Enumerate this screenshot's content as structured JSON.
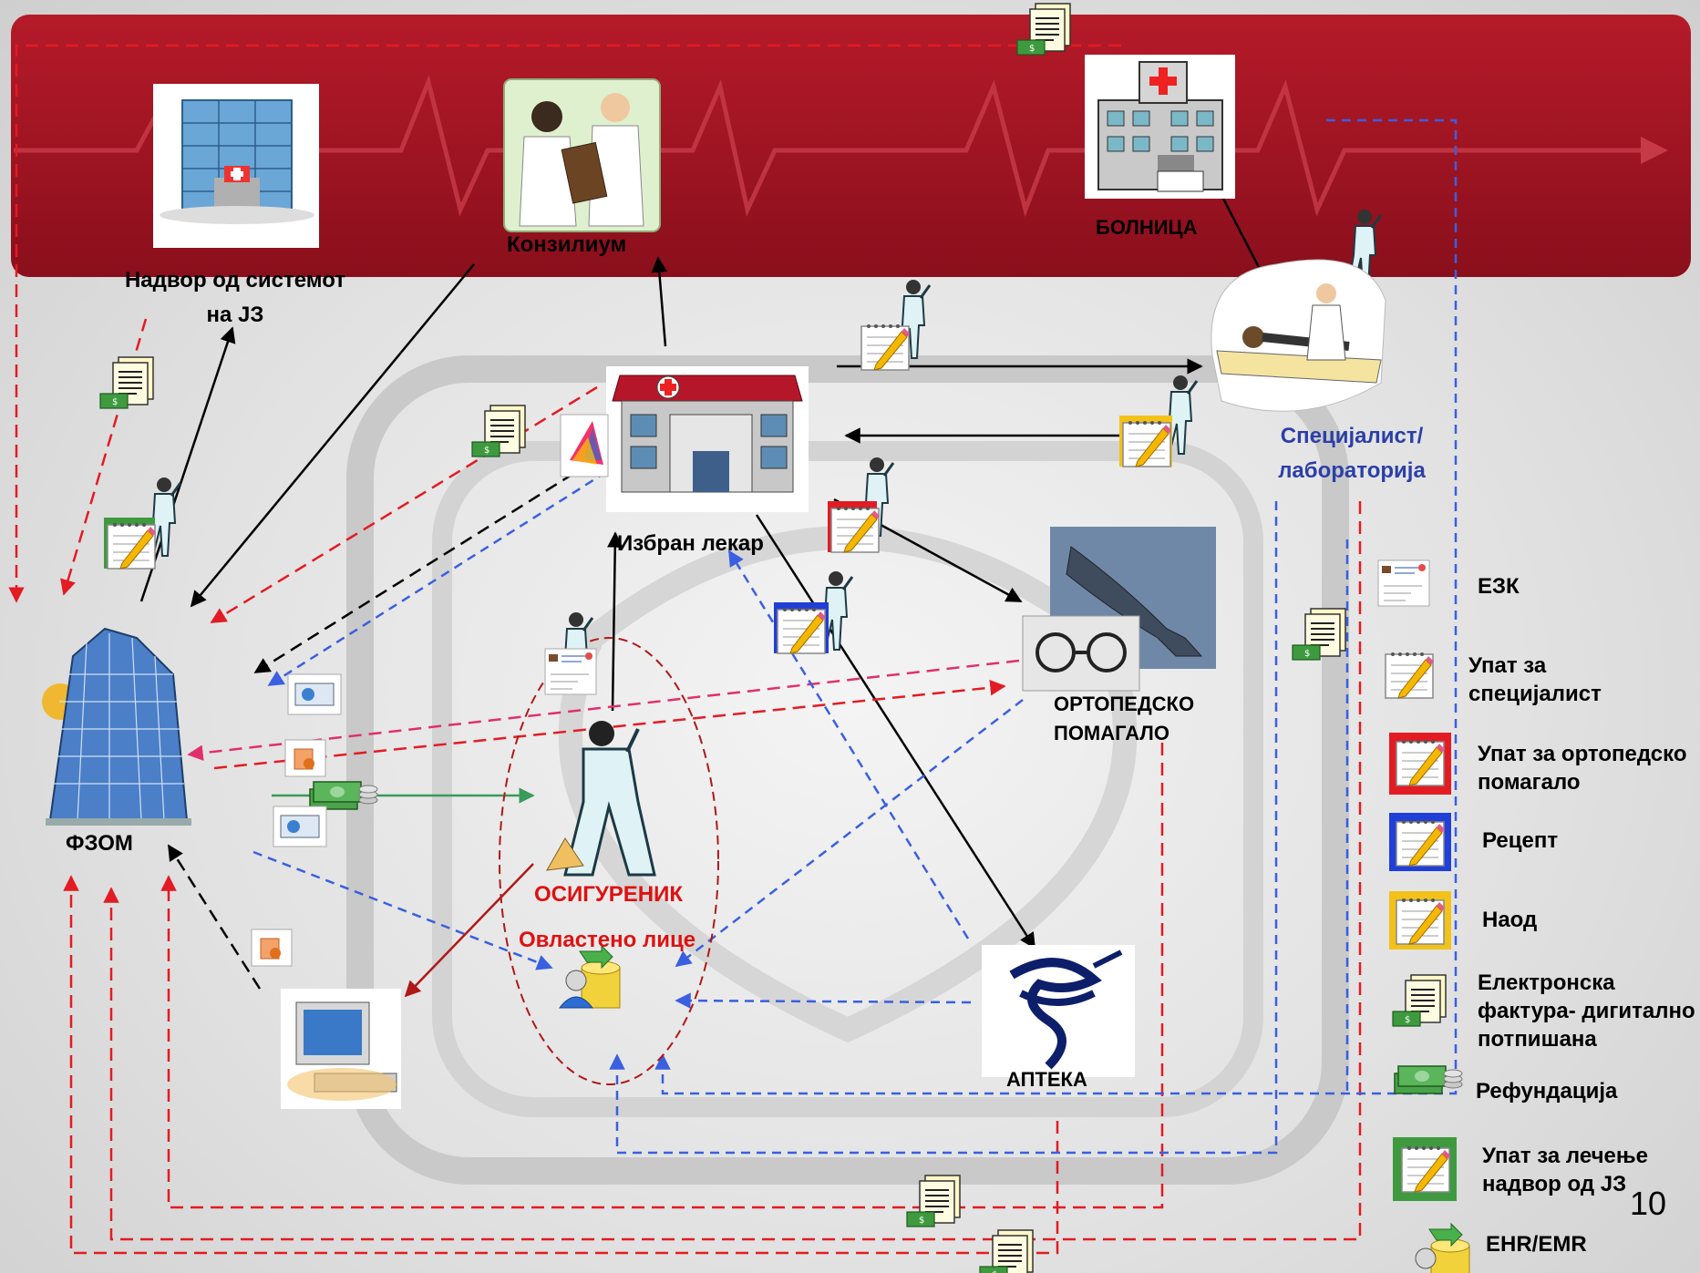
{
  "nodes": {
    "outside_system": {
      "line1": "Надвор од системот",
      "line2": "на ЈЗ"
    },
    "consilium": "Конзилиум",
    "hospital": "БОЛНИЦА",
    "chosen_doctor": "Избран лекар",
    "specialist": {
      "line1": "Специјалист/",
      "line2": "лабораторија"
    },
    "orthopedic": {
      "line1": "ОРТОПЕДСКО",
      "line2": "ПОМАГАЛО"
    },
    "fzom": "ФЗОМ",
    "insured": "ОСИГУРЕНИК",
    "authorized": "Овластено лице",
    "pharmacy": "АПТЕКА"
  },
  "legend": [
    {
      "icon": "health-card-icon",
      "lines": [
        "ЕЗК"
      ]
    },
    {
      "icon": "notepad-gray-icon",
      "lines": [
        "Упат за",
        "специјалист"
      ]
    },
    {
      "icon": "notepad-red-icon",
      "lines": [
        "Упат за ортопедско",
        "помагало"
      ]
    },
    {
      "icon": "notepad-blue-icon",
      "lines": [
        "Рецепт"
      ]
    },
    {
      "icon": "notepad-yellow-icon",
      "lines": [
        "Наод"
      ]
    },
    {
      "icon": "invoice-icon",
      "lines": [
        "Електронска",
        "фактура- дигитално",
        "потпишана"
      ]
    },
    {
      "icon": "money-stack-icon",
      "lines": [
        "Рефундација"
      ]
    },
    {
      "icon": "notepad-green-icon",
      "lines": [
        "Упат за лечење",
        "надвор од  ЈЗ"
      ]
    },
    {
      "icon": "ehr-database-icon",
      "lines": [
        "EHR/EMR"
      ]
    }
  ],
  "page_number": "10",
  "colors": {
    "banner": "#9e1422",
    "red_flow": "#e31b23",
    "blue_flow": "#3a5fe0",
    "black_flow": "#000000",
    "green_flow": "#3a9a5a",
    "pink_flow": "#e0306a"
  }
}
